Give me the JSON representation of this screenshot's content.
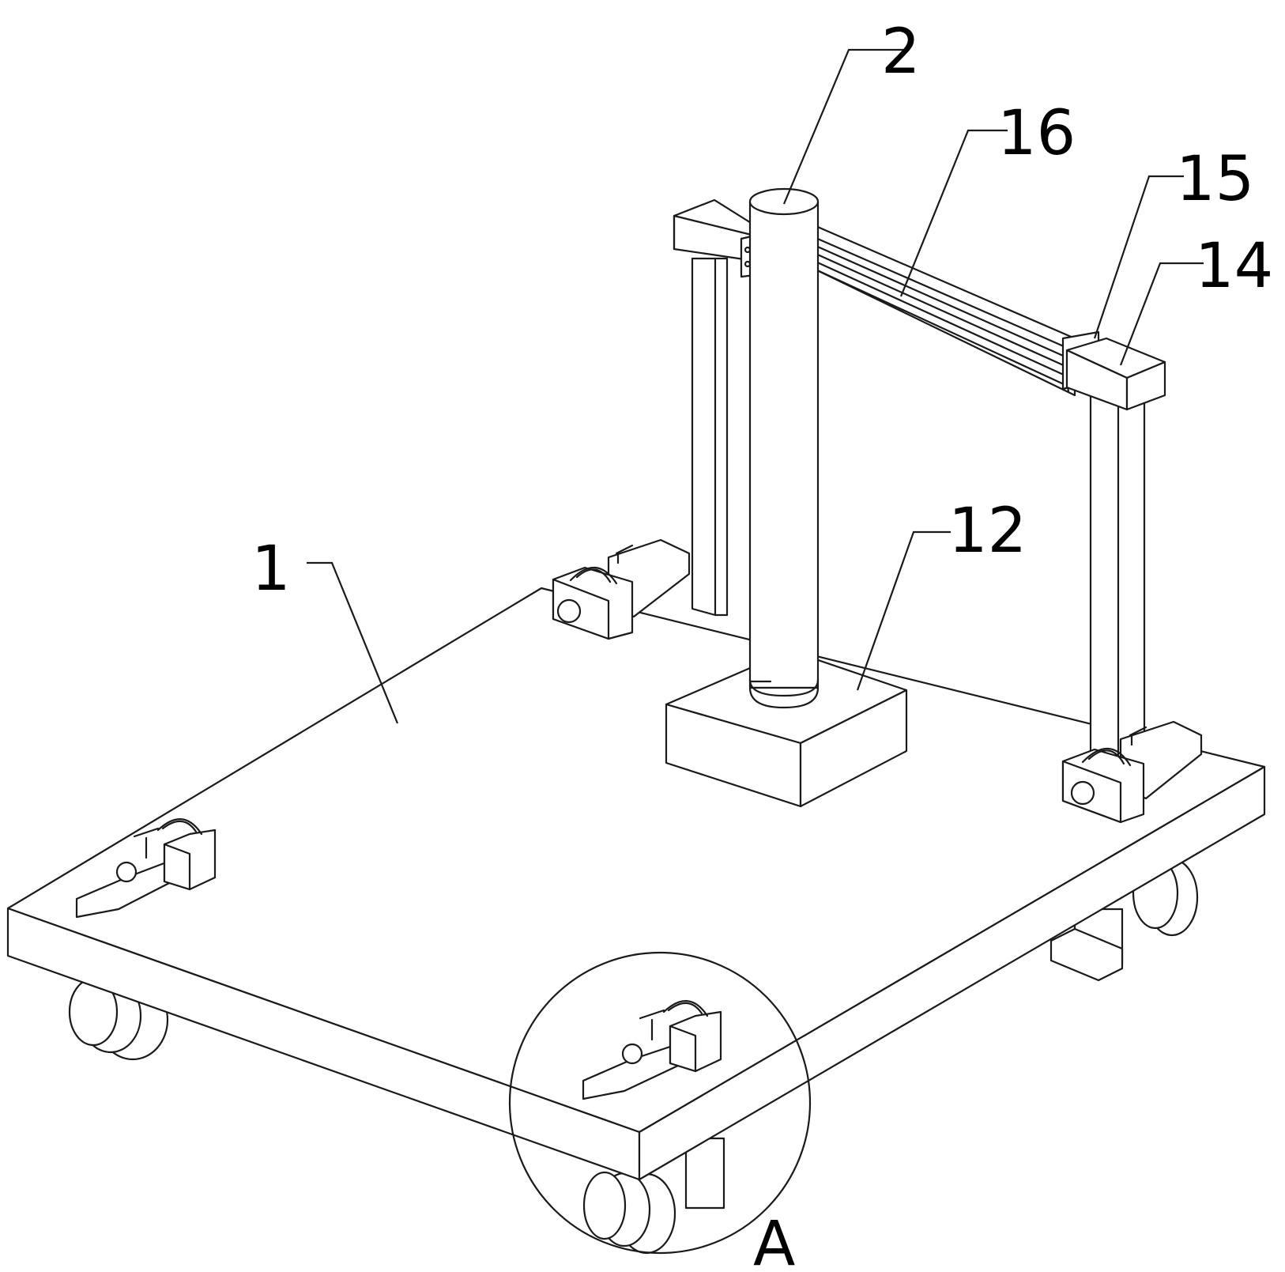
{
  "labels": {
    "part_2": "2",
    "part_16": "16",
    "part_15": "15",
    "part_14": "14",
    "part_12": "12",
    "part_1": "1",
    "detail_a": "A"
  },
  "colors": {
    "line": "#1a1a1a",
    "background": "#ffffff"
  }
}
